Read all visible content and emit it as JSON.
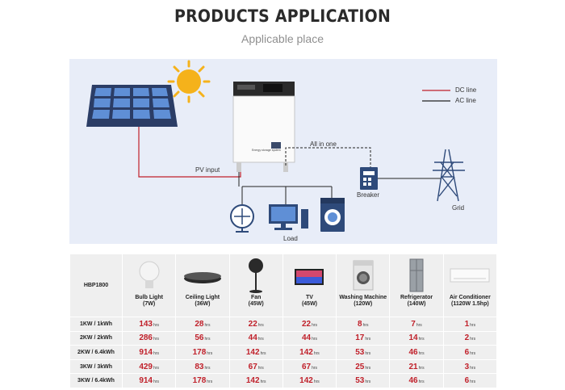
{
  "header": {
    "title": "PRODUCTS APPLICATION",
    "subtitle": "Applicable place"
  },
  "diagram": {
    "legend": {
      "dc": "DC line",
      "ac": "AC line"
    },
    "pv_input": "PV input",
    "all_in_one": "All in one",
    "breaker": "Breaker",
    "grid": "Grid",
    "load": "Load",
    "device_text": "Energy storage system",
    "colors": {
      "dc": "#c0202a",
      "ac": "#222222",
      "background": "#e8edf8"
    }
  },
  "table": {
    "model": "HBP1800",
    "unit": "hrs",
    "columns": [
      {
        "name": "Bulb Light",
        "power": "(7W)",
        "icon": "bulb-icon"
      },
      {
        "name": "Ceiling Light",
        "power": "(36W)",
        "icon": "ceiling-light-icon"
      },
      {
        "name": "Fan",
        "power": "(45W)",
        "icon": "fan-icon"
      },
      {
        "name": "TV",
        "power": "(45W)",
        "icon": "tv-icon"
      },
      {
        "name": "Washing Machine",
        "power": "(120W)",
        "icon": "washing-machine-icon"
      },
      {
        "name": "Refrigerator",
        "power": "(140W)",
        "icon": "refrigerator-icon"
      },
      {
        "name": "Air Conditioner",
        "power": "(1120W 1.5hp)",
        "icon": "air-conditioner-icon"
      }
    ],
    "rows": [
      {
        "label": "1KW / 1kWh",
        "values": [
          "143",
          "28",
          "22",
          "22",
          "8",
          "7",
          "1"
        ]
      },
      {
        "label": "2KW / 2kWh",
        "values": [
          "286",
          "56",
          "44",
          "44",
          "17",
          "14",
          "2"
        ]
      },
      {
        "label": "2KW / 6.4kWh",
        "values": [
          "914",
          "178",
          "142",
          "142",
          "53",
          "46",
          "6"
        ]
      },
      {
        "label": "3KW / 3kWh",
        "values": [
          "429",
          "83",
          "67",
          "67",
          "25",
          "21",
          "3"
        ]
      },
      {
        "label": "3KW / 6.4kWh",
        "values": [
          "914",
          "178",
          "142",
          "142",
          "53",
          "46",
          "6"
        ]
      }
    ]
  }
}
